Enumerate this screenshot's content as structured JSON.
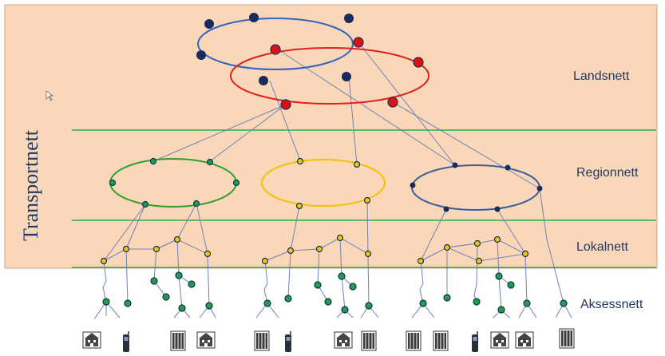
{
  "labels": {
    "transport": "Transportnett",
    "national": "Landsnett",
    "regional": "Regionnett",
    "local": "Lokalnett",
    "access": "Aksessnett"
  },
  "colors": {
    "background": "#fad7b8",
    "band_line": "#2fa84f",
    "ring_blue": "#2f65c2",
    "ring_red": "#e0201c",
    "ring_green": "#2ca02c",
    "ring_yellow": "#f2c100",
    "ring_slate": "#3c5c9c",
    "link": "#6c83b7",
    "node_navy": "#172c5c",
    "node_red": "#e01010",
    "node_green": "#1fa048",
    "node_yellow": "#f2c800"
  },
  "icons": {
    "house": "house-icon",
    "phone": "mobile-phone-icon",
    "office": "office-building-icon"
  }
}
